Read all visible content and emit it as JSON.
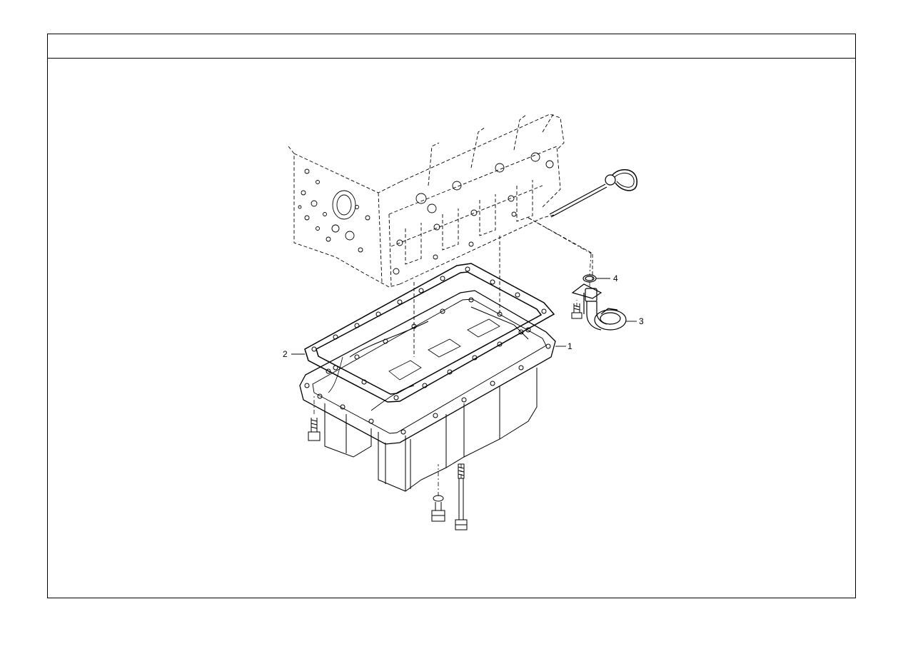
{
  "header": {
    "title": ""
  },
  "callouts": [
    {
      "id": "1",
      "label": "1"
    },
    {
      "id": "2",
      "label": "2"
    },
    {
      "id": "3",
      "label": "3"
    },
    {
      "id": "4",
      "label": "4"
    }
  ],
  "colors": {
    "line": "#000000",
    "background": "#ffffff"
  }
}
